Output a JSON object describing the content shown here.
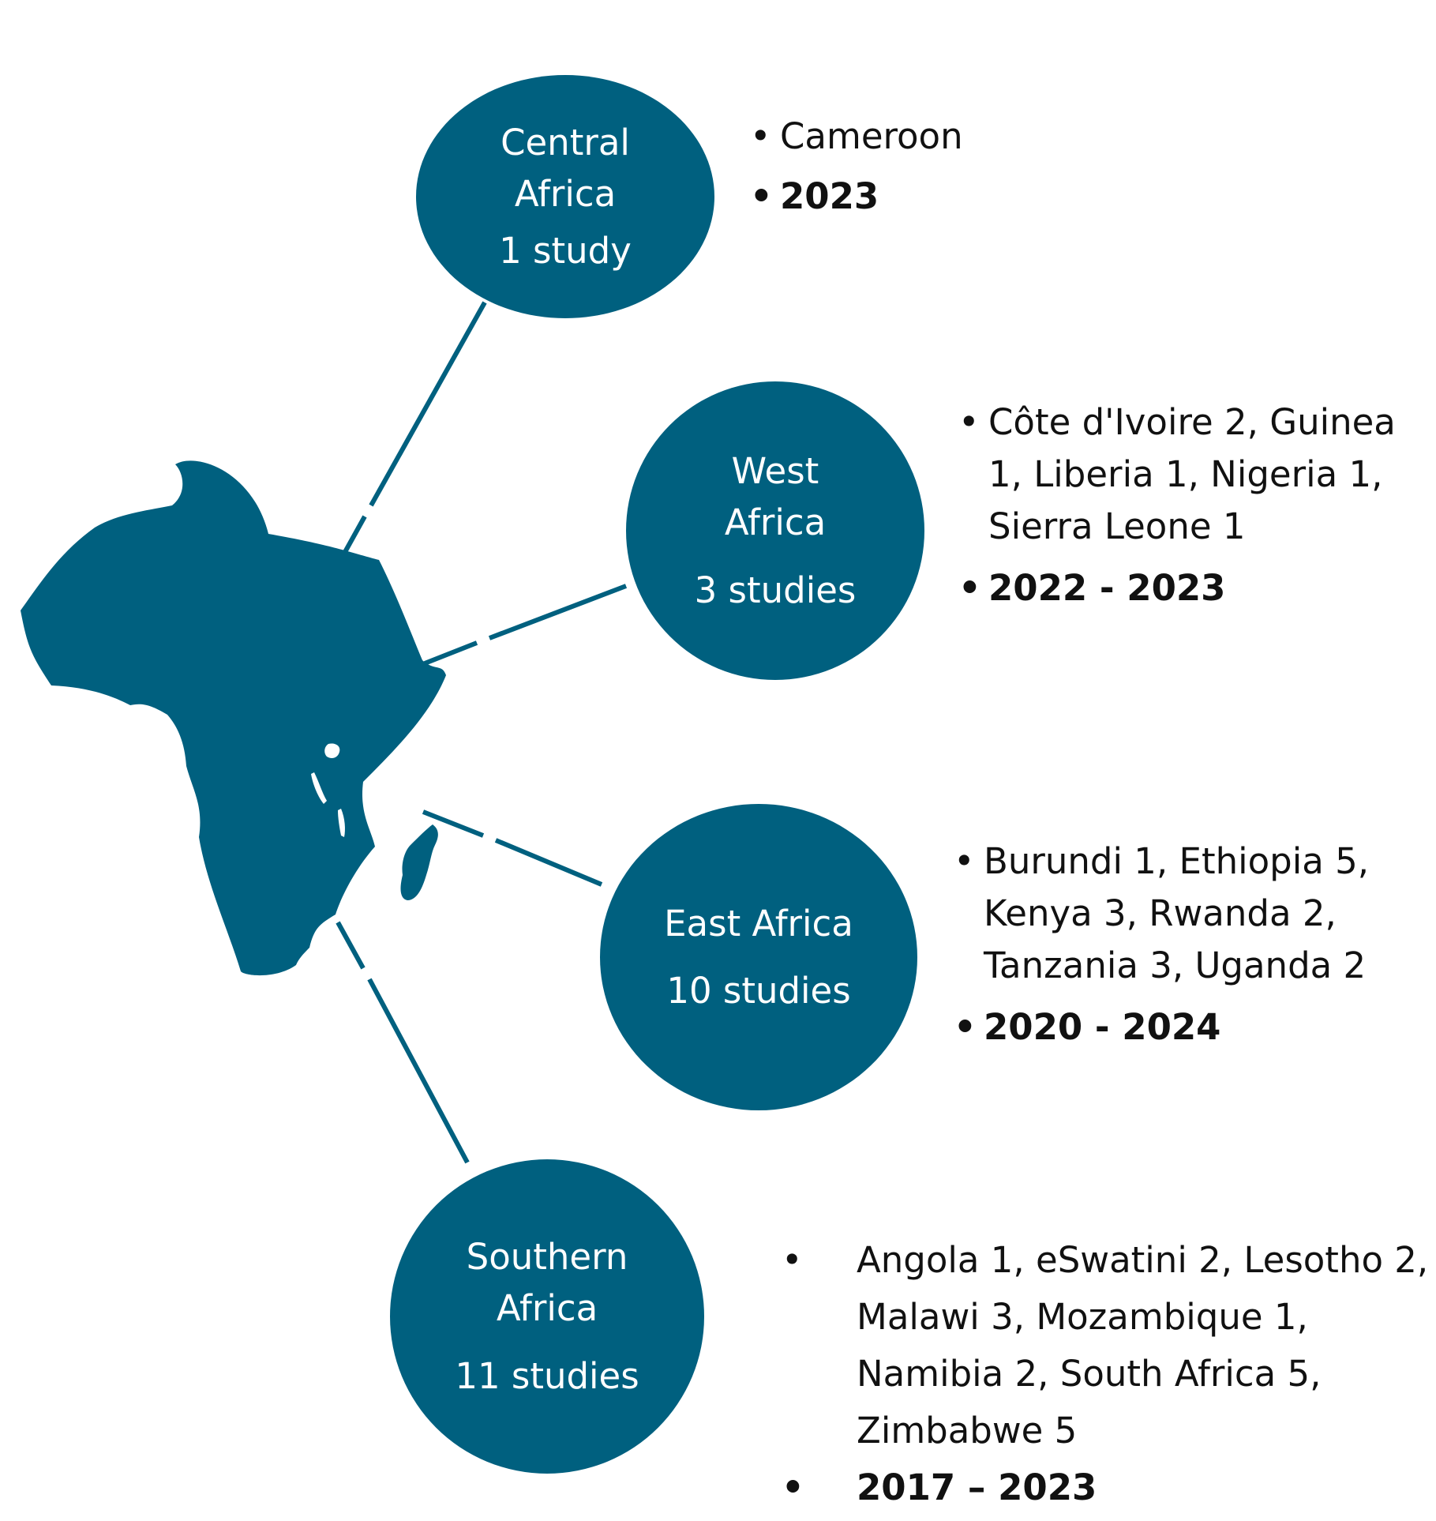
{
  "colors": {
    "primary": "#00607f",
    "text": "#111111",
    "background": "#ffffff"
  },
  "regions": [
    {
      "name": "Central Africa",
      "name_lines": [
        "Central",
        "Africa"
      ],
      "count": "1 study",
      "countries": "Cameroon",
      "years": "2023"
    },
    {
      "name": "West Africa",
      "name_lines": [
        "West",
        "Africa"
      ],
      "count": "3 studies",
      "countries": "Côte d'Ivoire 2, Guinea 1, Liberia 1, Nigeria 1, Sierra Leone 1",
      "years": "2022 - 2023"
    },
    {
      "name": "East Africa",
      "name_lines": [
        "East Africa"
      ],
      "count": "10 studies",
      "countries": "Burundi 1, Ethiopia 5, Kenya 3, Rwanda 2, Tanzania 3, Uganda 2",
      "years": "2020 - 2024"
    },
    {
      "name": "Southern Africa",
      "name_lines": [
        "Southern",
        "Africa"
      ],
      "count": "11 studies",
      "countries": "Angola 1, eSwatini 2, Lesotho 2, Malawi 3, Mozambique 1, Namibia 2, South Africa 5, Zimbabwe 5",
      "years": "2017 – 2023"
    }
  ]
}
